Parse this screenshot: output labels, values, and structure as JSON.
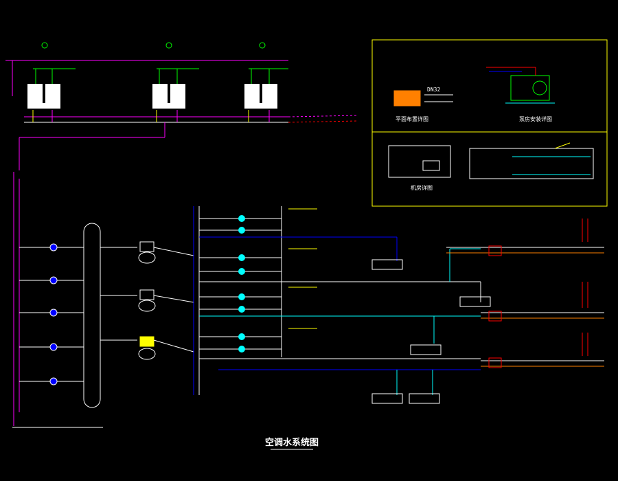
{
  "drawing": {
    "title": "空调水系统图",
    "inset_labels": {
      "pipe_size": "DN32",
      "radiator_room": "平面布置详图",
      "pump_room": "泵房安装详图",
      "device_room": "机房详图"
    }
  },
  "colors": {
    "background": "#000000",
    "supply": "#ff00ff",
    "return": "#ffffff",
    "chilled": "#00ffff",
    "cold": "#0000ff",
    "condensate": "#00ff00",
    "accent": "#ff0000",
    "equipment": "#ffff00",
    "heater": "#ff8000"
  },
  "symbols": {
    "pump": "pump-icon",
    "valve": "valve-icon",
    "tower": "cooling-tower-icon",
    "unit": "air-handling-unit-icon"
  }
}
